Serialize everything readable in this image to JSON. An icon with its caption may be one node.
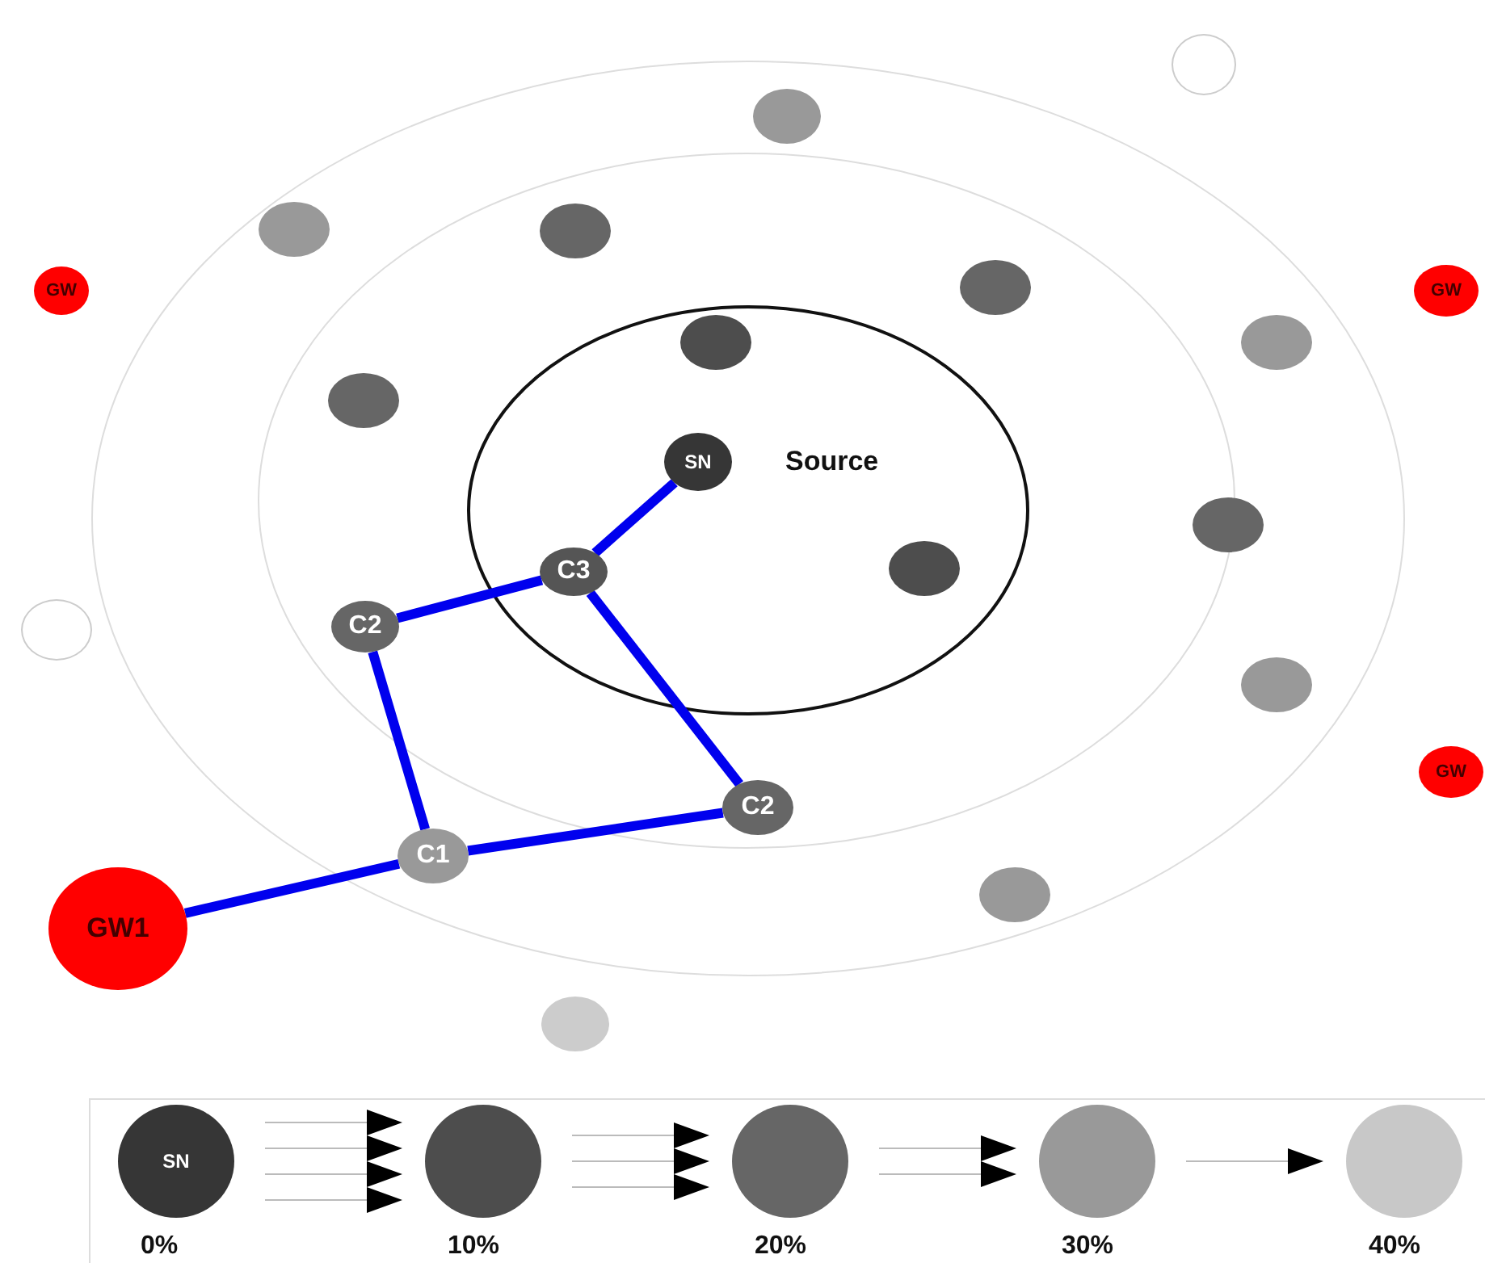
{
  "diagram": {
    "nodes": [
      {
        "text": [],
        "shape": "circle"
      },
      {
        "text": [],
        "shape": "circle"
      },
      {
        "text": [],
        "shape": "circle"
      },
      {
        "text": [],
        "shape": "circle"
      },
      {
        "text": [
          "GW"
        ]
      },
      {
        "text": [],
        "shape": "circle"
      },
      {
        "text": [
          "GW"
        ]
      },
      {
        "text": [],
        "shape": "circle"
      },
      {
        "text": [],
        "shape": "circle"
      },
      {
        "text": [],
        "shape": "circle"
      },
      {
        "text": [
          "SN"
        ],
        "beside": [
          "Source"
        ]
      },
      {
        "text": [],
        "shape": "circle"
      },
      {
        "text": [
          "C3"
        ]
      },
      {
        "text": [],
        "shape": "circle"
      },
      {
        "text": [
          "C2"
        ]
      },
      {
        "text": [],
        "shape": "circle"
      },
      {
        "text": [],
        "shape": "circle"
      },
      {
        "text": [
          "GW"
        ]
      },
      {
        "text": [
          "C2"
        ]
      },
      {
        "text": [
          "C1"
        ]
      },
      {
        "text": [],
        "shape": "circle"
      },
      {
        "text": [
          "GW1"
        ]
      },
      {
        "text": [],
        "shape": "circle"
      }
    ],
    "edges": [
      {
        "from": 10,
        "to": 12,
        "arrow": "none"
      },
      {
        "from": 12,
        "to": 14,
        "arrow": "none"
      },
      {
        "from": 12,
        "to": 18,
        "arrow": "none"
      },
      {
        "from": 14,
        "to": 19,
        "arrow": "none"
      },
      {
        "from": 18,
        "to": 19,
        "arrow": "none"
      },
      {
        "from": 19,
        "to": 21,
        "arrow": "none"
      }
    ],
    "labels": [
      "SN"
    ],
    "legend": [
      {
        "text": "0%",
        "color": "#363636"
      },
      {
        "text": "10%",
        "color": "#4d4d4d"
      },
      {
        "text": "20%",
        "color": "#666666"
      },
      {
        "text": "30%",
        "color": "#999999"
      },
      {
        "text": "40%",
        "color": "#c8c8c8"
      }
    ]
  }
}
